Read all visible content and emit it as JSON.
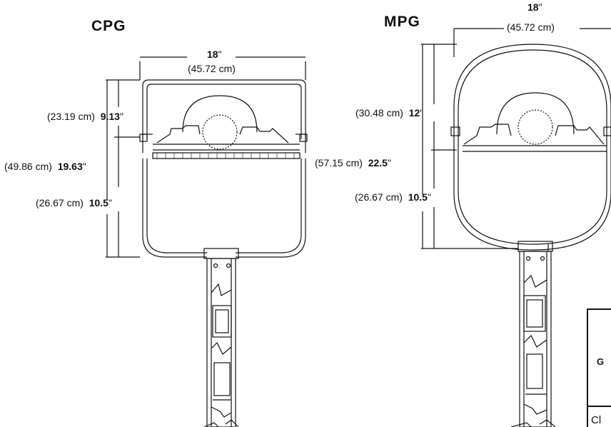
{
  "cpg": {
    "title": "CPG",
    "width_in": "18",
    "width_in_unit": "\"",
    "width_cm": "(45.72 cm)",
    "dims": [
      {
        "cm": "(23.19 cm)",
        "inch": "9.13",
        "unit": "\""
      },
      {
        "cm": "(49.86 cm)",
        "inch": "19.63",
        "unit": "\""
      },
      {
        "cm": "(26.67 cm)",
        "inch": "10.5",
        "unit": "\""
      }
    ]
  },
  "mpg": {
    "title": "MPG",
    "width_in": "18",
    "width_in_unit": "\"",
    "width_cm": "(45.72 cm)",
    "dims": [
      {
        "cm": "(30.48 cm)",
        "inch": "12",
        "unit": "\""
      },
      {
        "cm": "(57.15 cm)",
        "inch": "22.5",
        "unit": "\""
      },
      {
        "cm": "(26.67 cm)",
        "inch": "10.5",
        "unit": "\""
      }
    ]
  },
  "table": {
    "header_fragment": "G",
    "row_fragment": "Cl"
  }
}
